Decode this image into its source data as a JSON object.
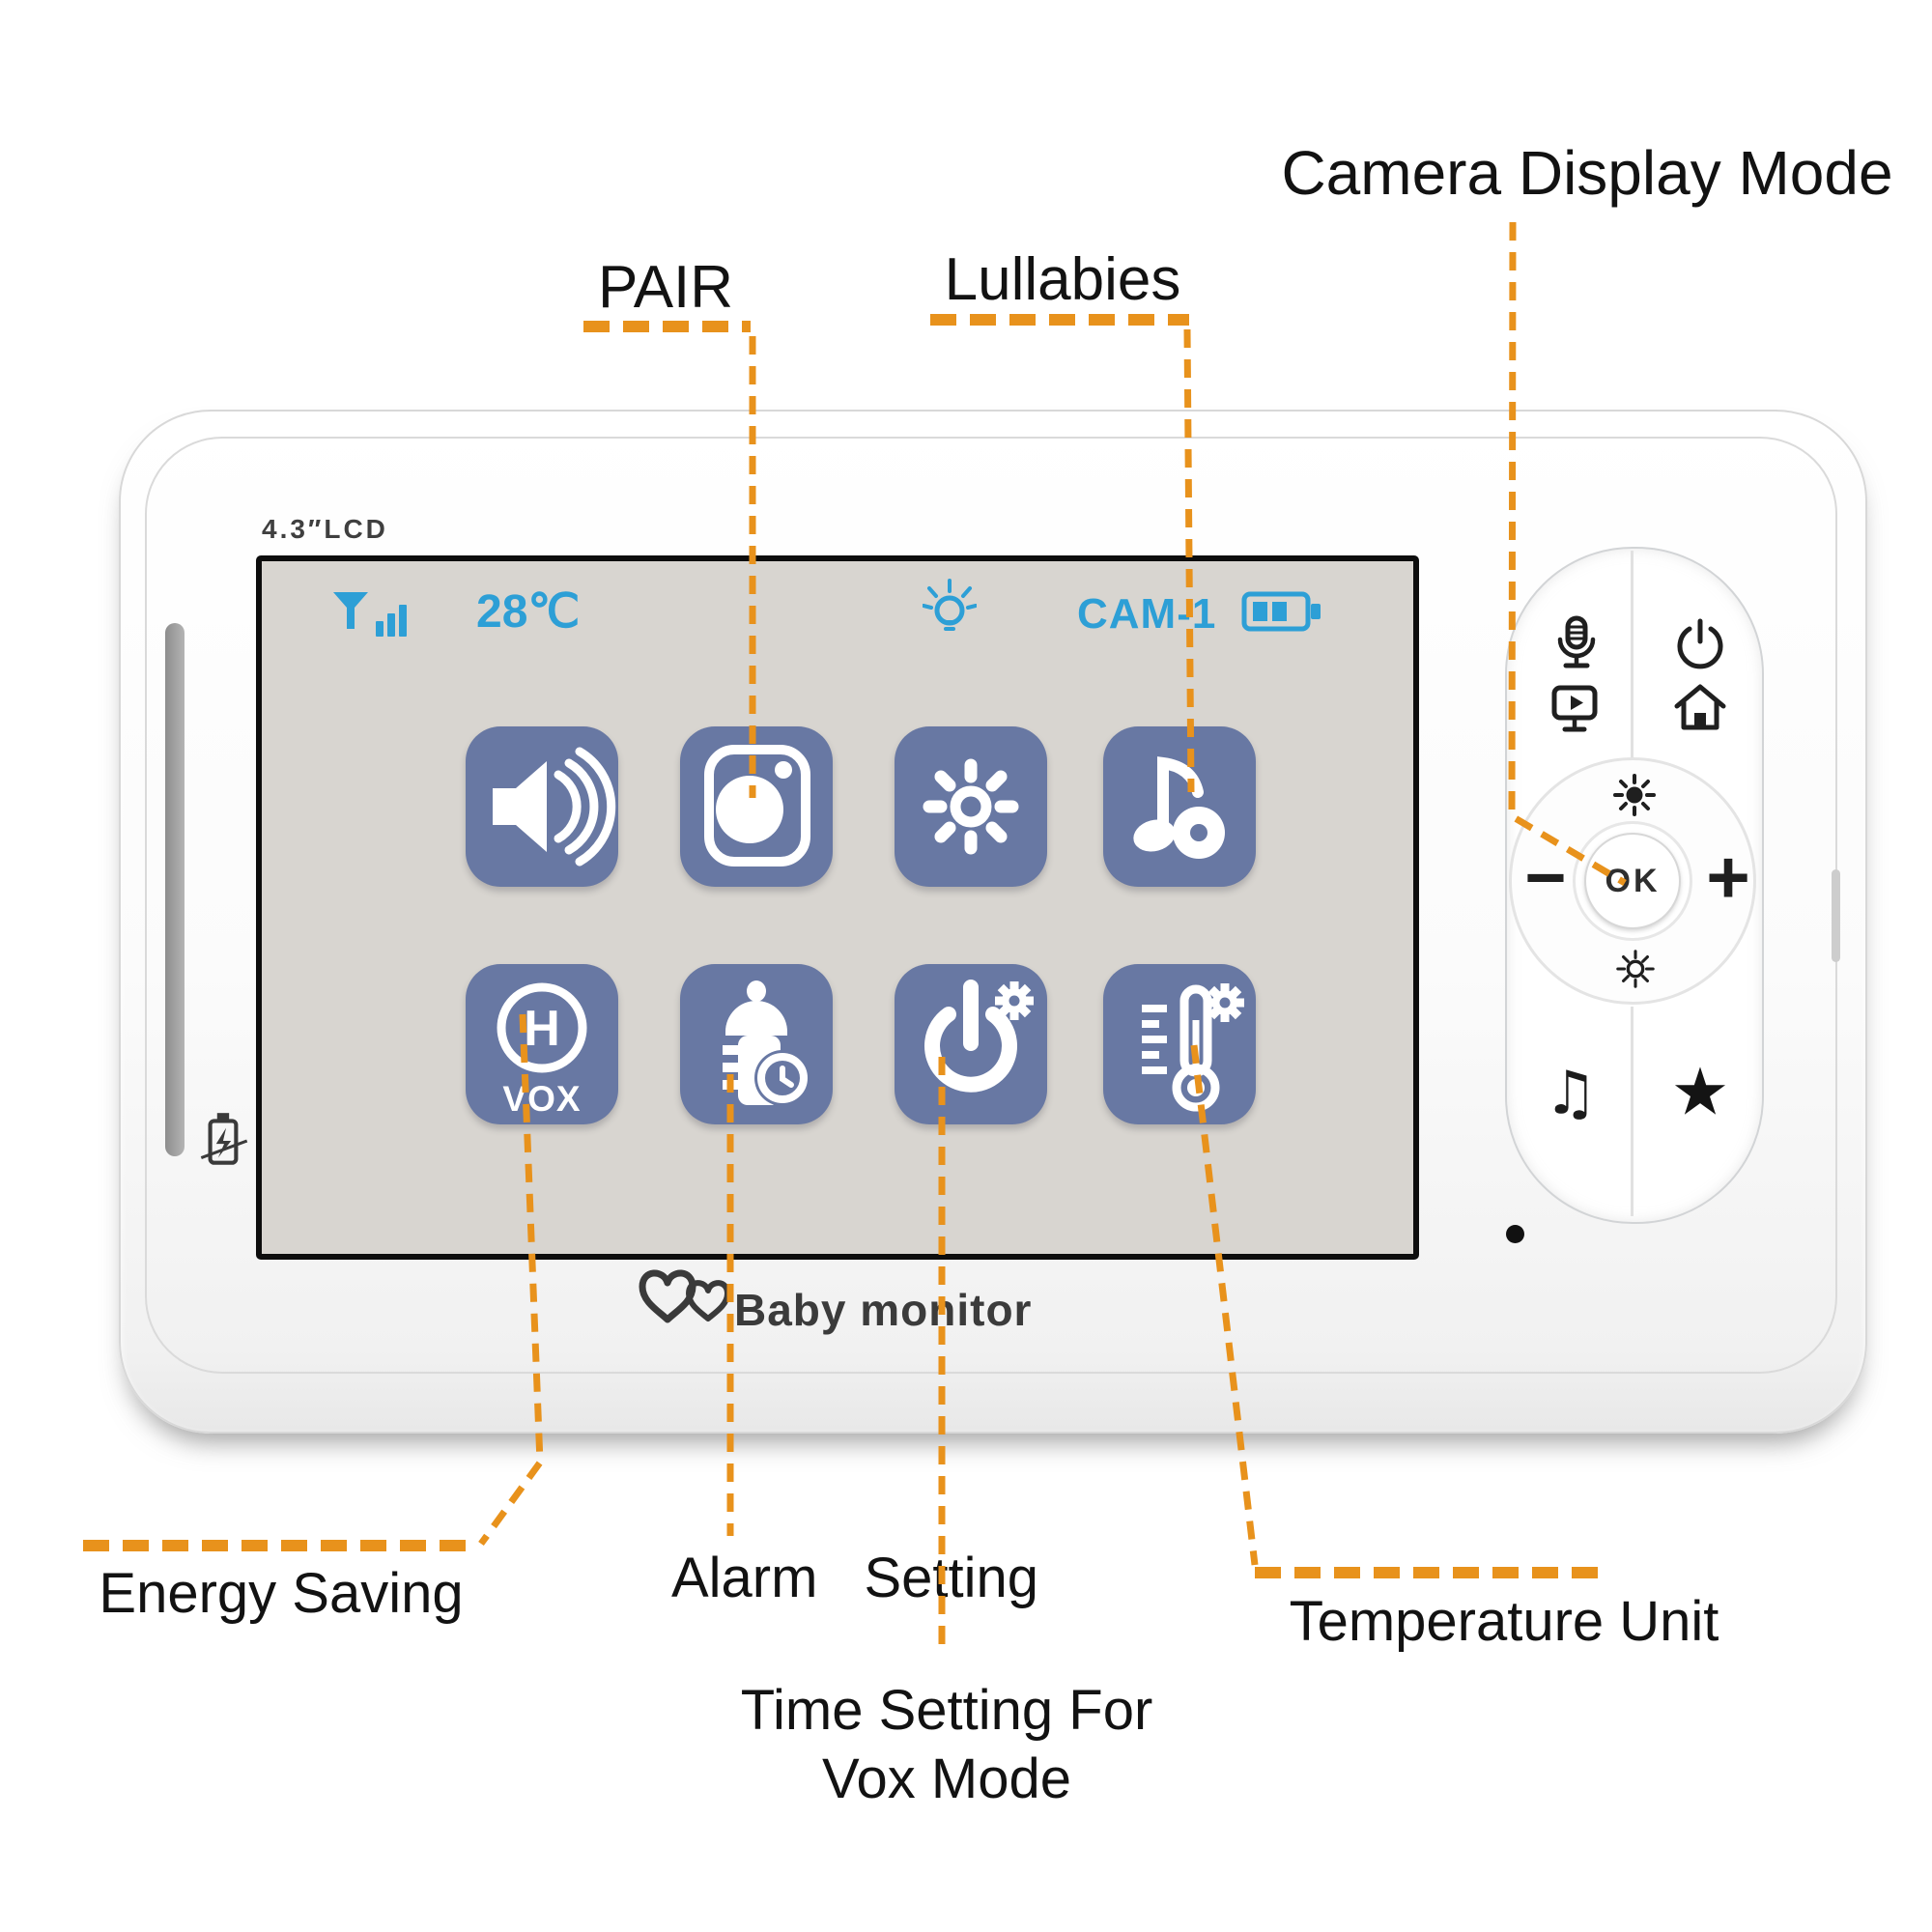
{
  "colors": {
    "callout_orange": "#E8921C",
    "status_blue": "#2D9FD6",
    "tile_blue": "#6878A3",
    "screen_bg": "#D8D5D0"
  },
  "callouts": {
    "camera_display_mode": "Camera Display Mode",
    "pair": "PAIR",
    "lullabies": "Lullabies",
    "energy_saving": "Energy Saving",
    "alarm_word": "Alarm",
    "setting_word": "Setting",
    "time_setting_line1": "Time Setting For",
    "time_setting_line2": "Vox Mode",
    "temperature_unit": "Temperature Unit"
  },
  "device": {
    "lcd_label": "4.3″LCD",
    "brand": "Baby monitor",
    "status_bar": {
      "signal_icon": "signal-strength-icon",
      "temperature": "28℃",
      "light_icon": "lamp-icon",
      "camera_id": "CAM-1",
      "battery_icon": "battery-icon"
    },
    "menu_tiles": {
      "volume_icon": "speaker-waves-icon",
      "pair_icon": "camera-icon",
      "brightness_icon": "sun-icon",
      "lullabies_icon": "music-note-disc-icon",
      "vox_letter": "H",
      "vox_caption": "VOX",
      "alarm_icon": "baby-bottle-clock-icon",
      "vox_time_icon": "power-gear-icon",
      "temperature_icon": "thermometer-gear-icon"
    },
    "controls": {
      "talk_icon": "microphone-icon",
      "display_icon": "monitor-play-icon",
      "power_icon": "power-icon",
      "home_icon": "home-icon",
      "brightness_up_icon": "sun-filled-icon",
      "brightness_down_icon": "sun-outline-icon",
      "minus_label": "−",
      "ok_label": "OK",
      "plus_label": "+",
      "lullaby_label": "♫",
      "star_label": "★"
    }
  }
}
